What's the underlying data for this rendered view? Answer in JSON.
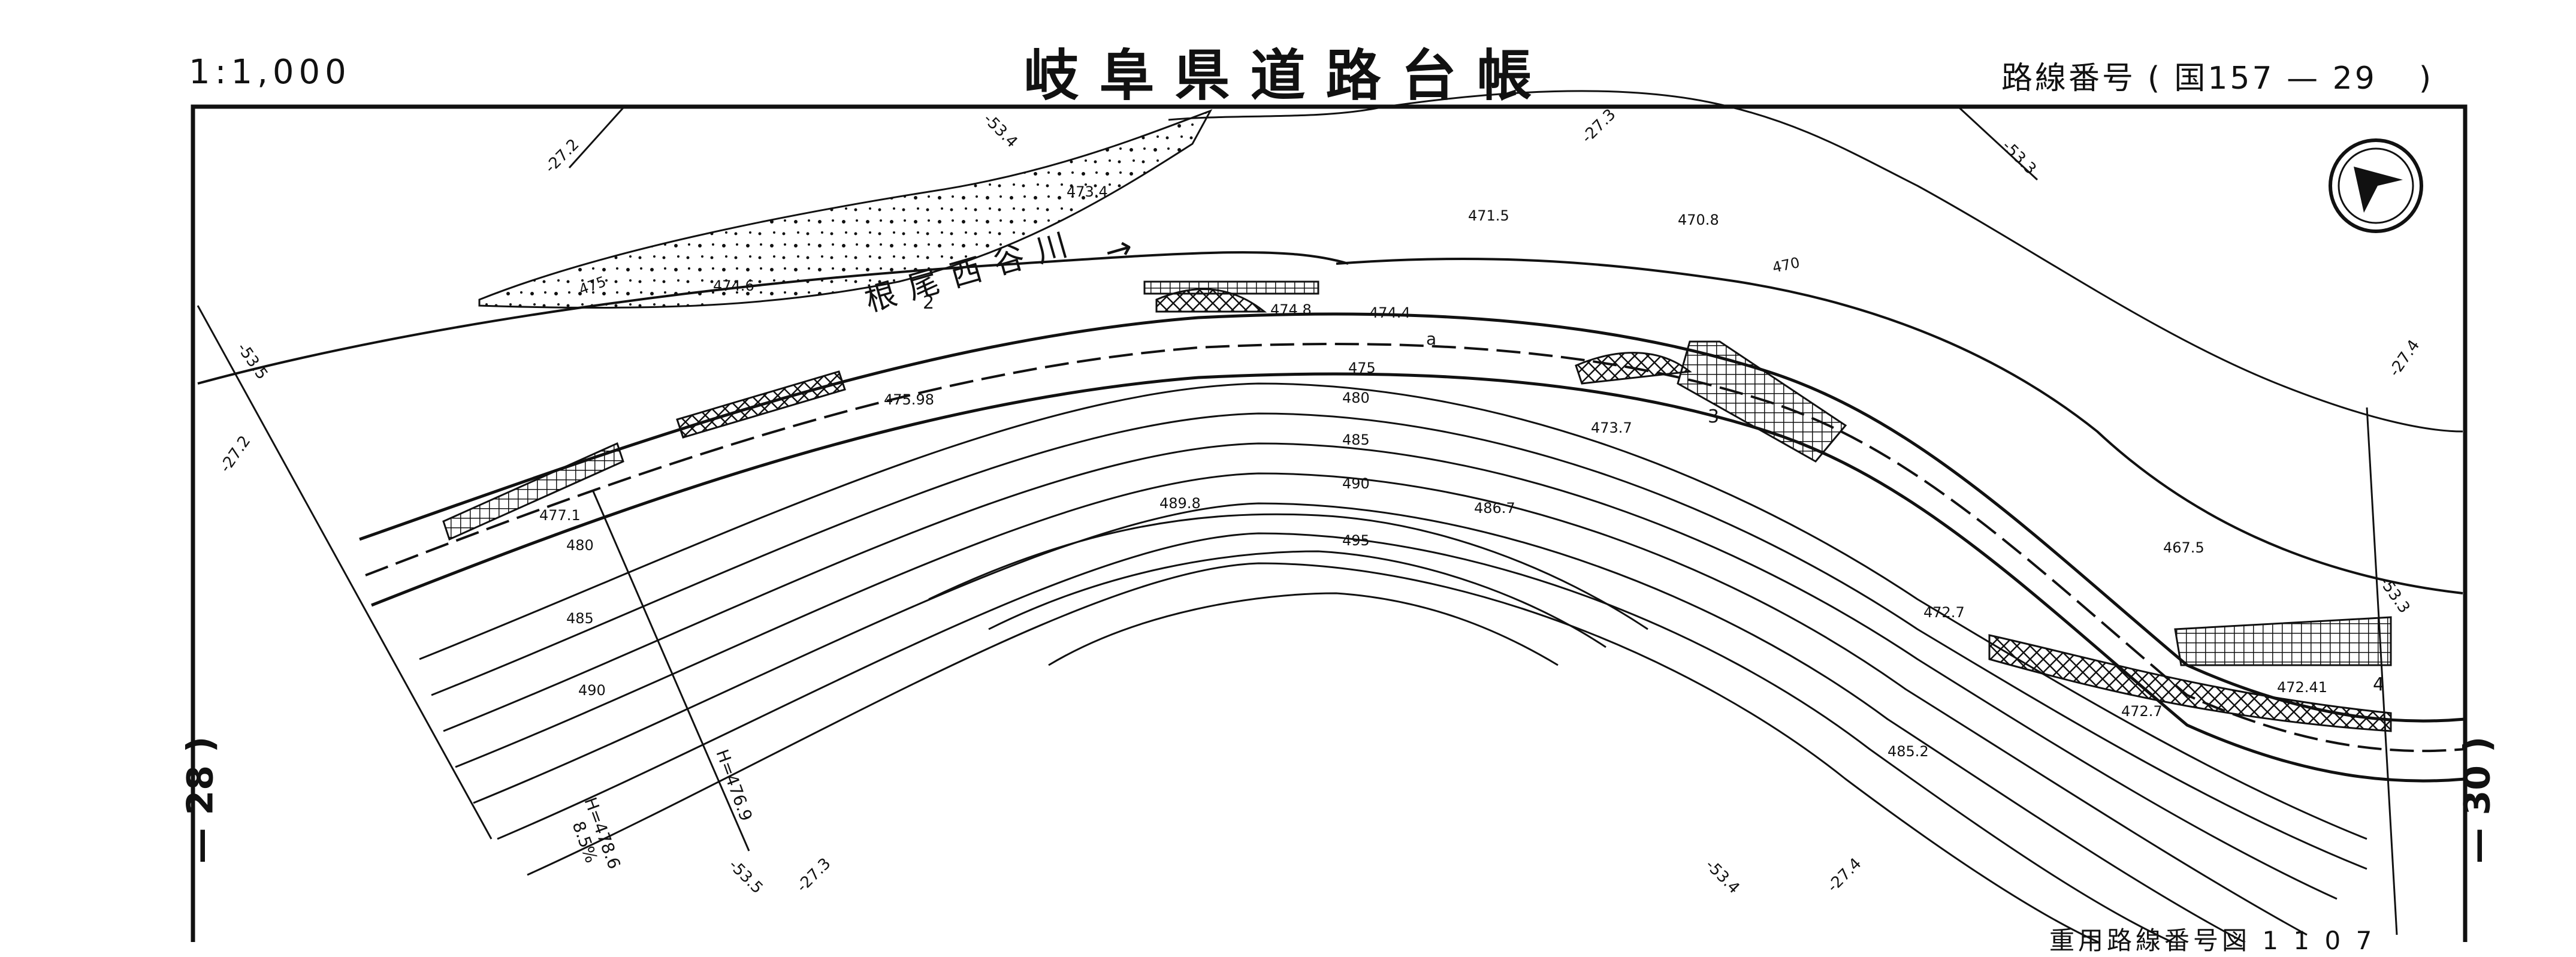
{
  "header": {
    "scale": "1:1,000",
    "title": "岐阜県道路台帳",
    "route_label": "路線番号",
    "route_open": "(",
    "route_number": "国157",
    "route_dash": "—",
    "route_section": "29",
    "route_close": ")"
  },
  "sheet_refs": {
    "left": "— 28 )",
    "right": "— 30 )"
  },
  "bottom_note": "重用路線番号図 1 1 0 7",
  "map": {
    "river_name": "根尾西谷川",
    "river_arrow": "→",
    "spot_heights": [
      "473.4",
      "471.5",
      "470.8",
      "474.6",
      "474.8",
      "474.4",
      "475.98",
      "473.7",
      "477.1",
      "489.8",
      "486.7",
      "467.5",
      "472.7",
      "472.41",
      "472.7",
      "485.2"
    ],
    "contour_labels": [
      "475",
      "470",
      "475",
      "480",
      "485",
      "490",
      "495",
      "480",
      "485",
      "490"
    ],
    "grid_labels": [
      "-27.2",
      "-53.4",
      "-27.3",
      "-53.3",
      "-53.5",
      "-27.2",
      "-27.4",
      "-53.3",
      "-53.5",
      "-27.3",
      "-53.4",
      "-27.4"
    ],
    "section_numbers": [
      "2",
      "3",
      "4"
    ],
    "symbol_a": "a",
    "grade_left_h": "H=478.6",
    "grade_left_pct": "8.5%",
    "grade_right_h": "H=476.9"
  }
}
